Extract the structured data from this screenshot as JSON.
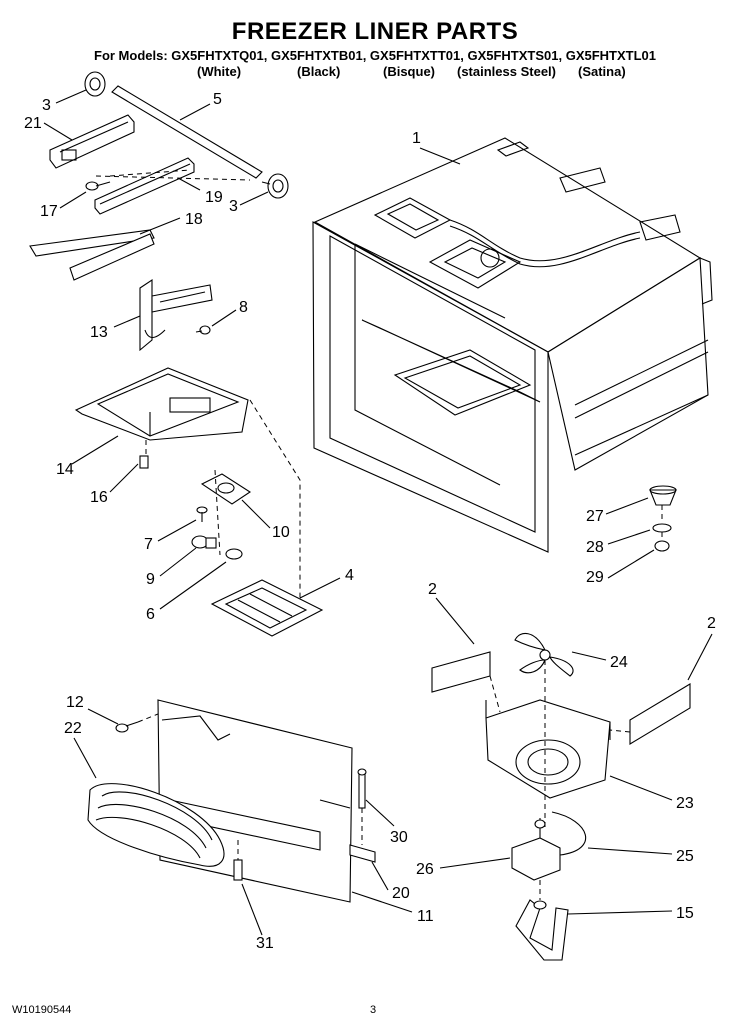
{
  "header": {
    "title": "FREEZER LINER PARTS",
    "models_line": "For Models: GX5FHTXTQ01, GX5FHTXTB01, GX5FHTXTT01, GX5FHTXTS01, GX5FHTXTL01",
    "colors": [
      "(White)",
      "(Black)",
      "(Bisque)",
      "(stainless Steel)",
      "(Satina)"
    ]
  },
  "callouts": {
    "c1": "1",
    "c2a": "2",
    "c2b": "2",
    "c3a": "3",
    "c3b": "3",
    "c4": "4",
    "c5": "5",
    "c6": "6",
    "c7": "7",
    "c8": "8",
    "c9": "9",
    "c10": "10",
    "c11": "11",
    "c12": "12",
    "c13": "13",
    "c14": "14",
    "c15": "15",
    "c16": "16",
    "c17": "17",
    "c18": "18",
    "c19": "19",
    "c20": "20",
    "c21": "21",
    "c22": "22",
    "c23": "23",
    "c24": "24",
    "c25": "25",
    "c26": "26",
    "c27": "27",
    "c28": "28",
    "c29": "29",
    "c30": "30",
    "c31": "31"
  },
  "footer": {
    "doc_number": "W10190544",
    "page_number": "3"
  }
}
